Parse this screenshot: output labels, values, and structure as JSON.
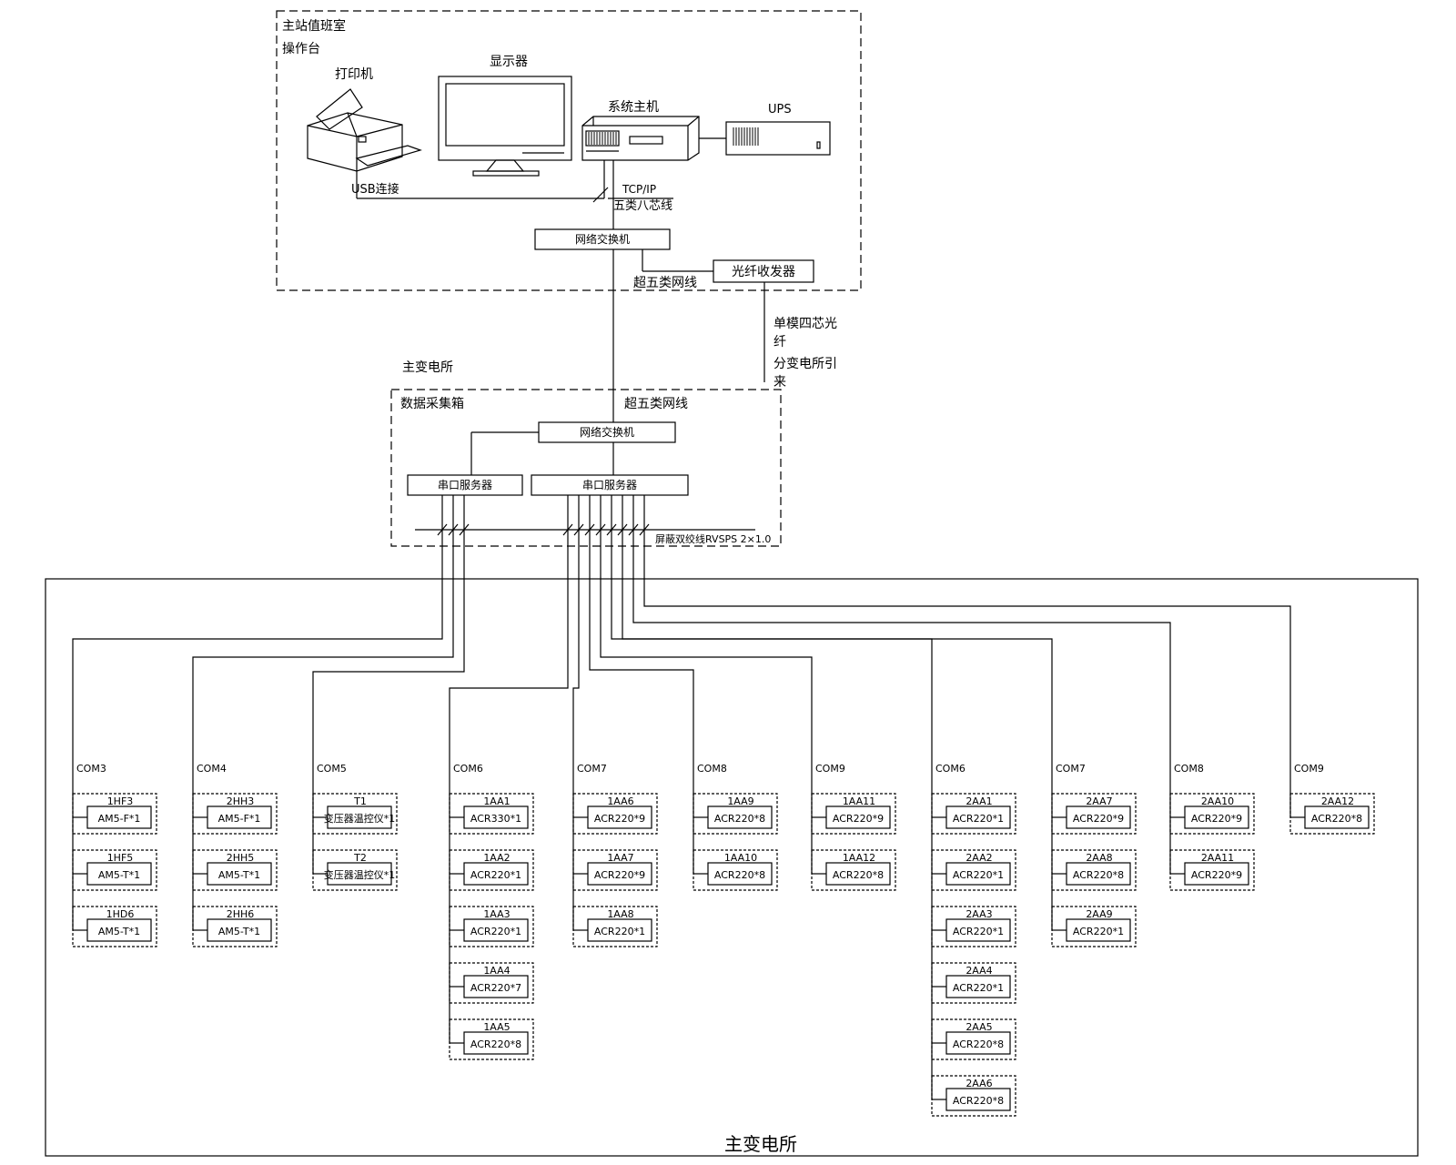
{
  "control_room": {
    "title": "主站值班室",
    "subtitle": "操作台",
    "printer_label": "打印机",
    "monitor_label": "显示器",
    "host_label": "系统主机",
    "ups_label": "UPS",
    "usb_label": "USB连接",
    "tcp_label": "TCP/IP",
    "cable8_label": "五类八芯线",
    "switch_label": "网络交换机",
    "fiber_tx_label": "光纤收发器",
    "cat5e_label": "超五类网线"
  },
  "fiber_note": [
    "单模四芯光",
    "纤",
    "分变电所引",
    "来"
  ],
  "substation_label": "主变电所",
  "collection_box": {
    "title": "数据采集箱",
    "cat5e_label": "超五类网线",
    "switch_label": "网络交换机",
    "serial_left_label": "串口服务器",
    "serial_right_label": "串口服务器",
    "bus_label": "屏蔽双绞线RVSPS 2×1.0"
  },
  "bottom_label": "主变电所",
  "columns": [
    {
      "com": "COM3",
      "devices": [
        {
          "name": "1HF3",
          "meter": "AM5-F*1"
        },
        {
          "name": "1HF5",
          "meter": "AM5-T*1"
        },
        {
          "name": "1HD6",
          "meter": "AM5-T*1"
        }
      ]
    },
    {
      "com": "COM4",
      "devices": [
        {
          "name": "2HH3",
          "meter": "AM5-F*1"
        },
        {
          "name": "2HH5",
          "meter": "AM5-T*1"
        },
        {
          "name": "2HH6",
          "meter": "AM5-T*1"
        }
      ]
    },
    {
      "com": "COM5",
      "devices": [
        {
          "name": "T1",
          "meter": "变压器温控仪*1"
        },
        {
          "name": "T2",
          "meter": "变压器温控仪*1"
        }
      ]
    },
    {
      "com": "COM6",
      "devices": [
        {
          "name": "1AA1",
          "meter": "ACR330*1"
        },
        {
          "name": "1AA2",
          "meter": "ACR220*1"
        },
        {
          "name": "1AA3",
          "meter": "ACR220*1"
        },
        {
          "name": "1AA4",
          "meter": "ACR220*7"
        },
        {
          "name": "1AA5",
          "meter": "ACR220*8"
        }
      ]
    },
    {
      "com": "COM7",
      "devices": [
        {
          "name": "1AA6",
          "meter": "ACR220*9"
        },
        {
          "name": "1AA7",
          "meter": "ACR220*9"
        },
        {
          "name": "1AA8",
          "meter": "ACR220*1"
        }
      ]
    },
    {
      "com": "COM8",
      "devices": [
        {
          "name": "1AA9",
          "meter": "ACR220*8"
        },
        {
          "name": "1AA10",
          "meter": "ACR220*8"
        }
      ]
    },
    {
      "com": "COM9",
      "devices": [
        {
          "name": "1AA11",
          "meter": "ACR220*9"
        },
        {
          "name": "1AA12",
          "meter": "ACR220*8"
        }
      ]
    },
    {
      "com": "COM6",
      "devices": [
        {
          "name": "2AA1",
          "meter": "ACR220*1"
        },
        {
          "name": "2AA2",
          "meter": "ACR220*1"
        },
        {
          "name": "2AA3",
          "meter": "ACR220*1"
        },
        {
          "name": "2AA4",
          "meter": "ACR220*1"
        },
        {
          "name": "2AA5",
          "meter": "ACR220*8"
        },
        {
          "name": "2AA6",
          "meter": "ACR220*8"
        }
      ]
    },
    {
      "com": "COM7",
      "devices": [
        {
          "name": "2AA7",
          "meter": "ACR220*9"
        },
        {
          "name": "2AA8",
          "meter": "ACR220*8"
        },
        {
          "name": "2AA9",
          "meter": "ACR220*1"
        }
      ]
    },
    {
      "com": "COM8",
      "devices": [
        {
          "name": "2AA10",
          "meter": "ACR220*9"
        },
        {
          "name": "2AA11",
          "meter": "ACR220*9"
        }
      ]
    },
    {
      "com": "COM9",
      "devices": [
        {
          "name": "2AA12",
          "meter": "ACR220*8"
        }
      ]
    }
  ]
}
